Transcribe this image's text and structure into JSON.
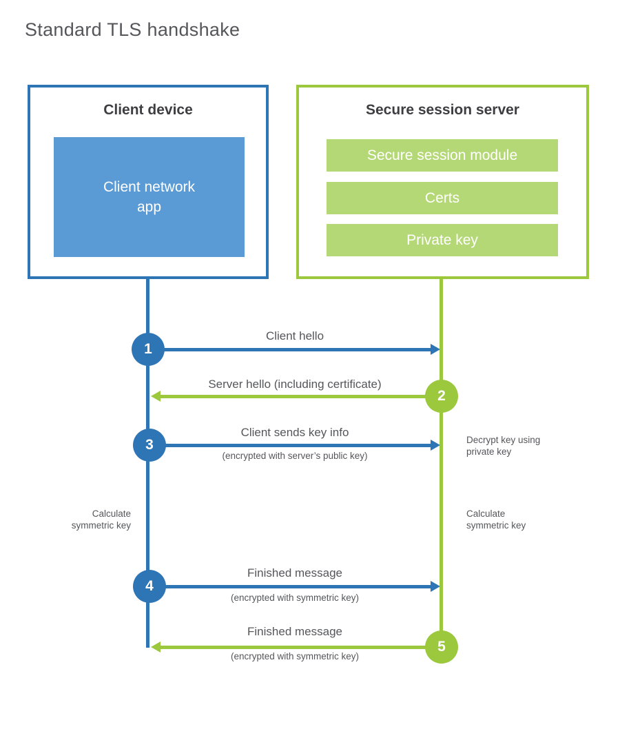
{
  "title": "Standard TLS handshake",
  "client": {
    "title": "Client device",
    "app_label": "Client network\napp"
  },
  "server": {
    "title": "Secure session server",
    "modules": [
      "Secure session module",
      "Certs",
      "Private key"
    ]
  },
  "steps": [
    {
      "num": "1",
      "label": "Client hello",
      "sub": "",
      "direction": "client-to-server"
    },
    {
      "num": "2",
      "label": "Server hello (including certificate)",
      "sub": "",
      "direction": "server-to-client"
    },
    {
      "num": "3",
      "label": "Client sends key info",
      "sub": "(encrypted with server’s public key)",
      "direction": "client-to-server"
    },
    {
      "num": "4",
      "label": "Finished message",
      "sub": "(encrypted with symmetric key)",
      "direction": "client-to-server"
    },
    {
      "num": "5",
      "label": "Finished message",
      "sub": "(encrypted with symmetric key)",
      "direction": "server-to-client"
    }
  ],
  "notes": {
    "decrypt_key": "Decrypt key using\nprivate key",
    "calculate_left": "Calculate\nsymmetric key",
    "calculate_right": "Calculate\nsymmetric key"
  },
  "colors": {
    "client_primary": "#2E75B6",
    "client_fill": "#5B9BD5",
    "server_primary": "#9BC83D",
    "server_fill": "#B5D876",
    "text_dark": "#3E3E42",
    "text_gray": "#55565A"
  }
}
